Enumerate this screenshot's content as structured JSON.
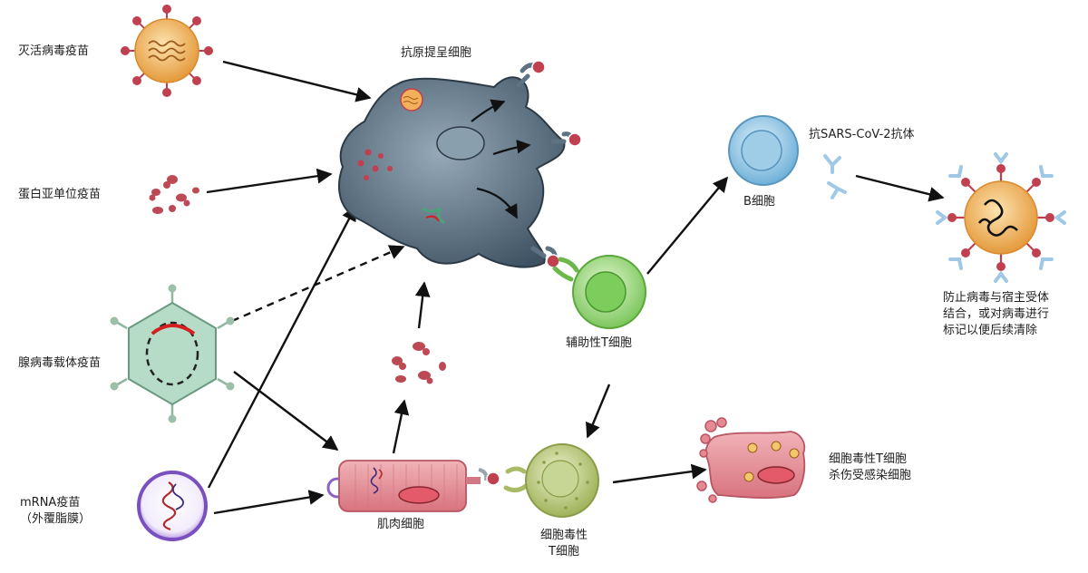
{
  "vaccines": {
    "inactivated": "灭活病毒疫苗",
    "subunit": "蛋白亚单位疫苗",
    "adenovirus": "腺病毒载体疫苗",
    "mrna_line1": "mRNA疫苗",
    "mrna_line2": "（外覆脂膜）"
  },
  "cells": {
    "apc": "抗原提呈细胞",
    "helper_t": "辅助性T细胞",
    "b_cell": "B细胞",
    "muscle": "肌肉细胞",
    "cytotoxic_line1": "细胞毒性",
    "cytotoxic_line2": "T细胞"
  },
  "outcomes": {
    "antibody": "抗SARS-CoV-2抗体",
    "neutralize_line1": "防止病毒与宿主受体",
    "neutralize_line2": "结合，或对病毒进行",
    "neutralize_line3": "标记以便后续清除",
    "kill_line1": "细胞毒性T细胞",
    "kill_line2": "杀伤受感染细胞"
  },
  "colors": {
    "virus_body": "#f2b05a",
    "spike": "#c0404f",
    "apc_body": "#5d7384",
    "helper_t": "#9ad87c",
    "b_cell": "#8cc4e4",
    "cytotoxic_t": "#bccf7e",
    "muscle": "#e58a92",
    "adenovirus": "#b6dcc8",
    "mrna_lipid": "#8c62c8",
    "antibody": "#9fc9e6"
  }
}
